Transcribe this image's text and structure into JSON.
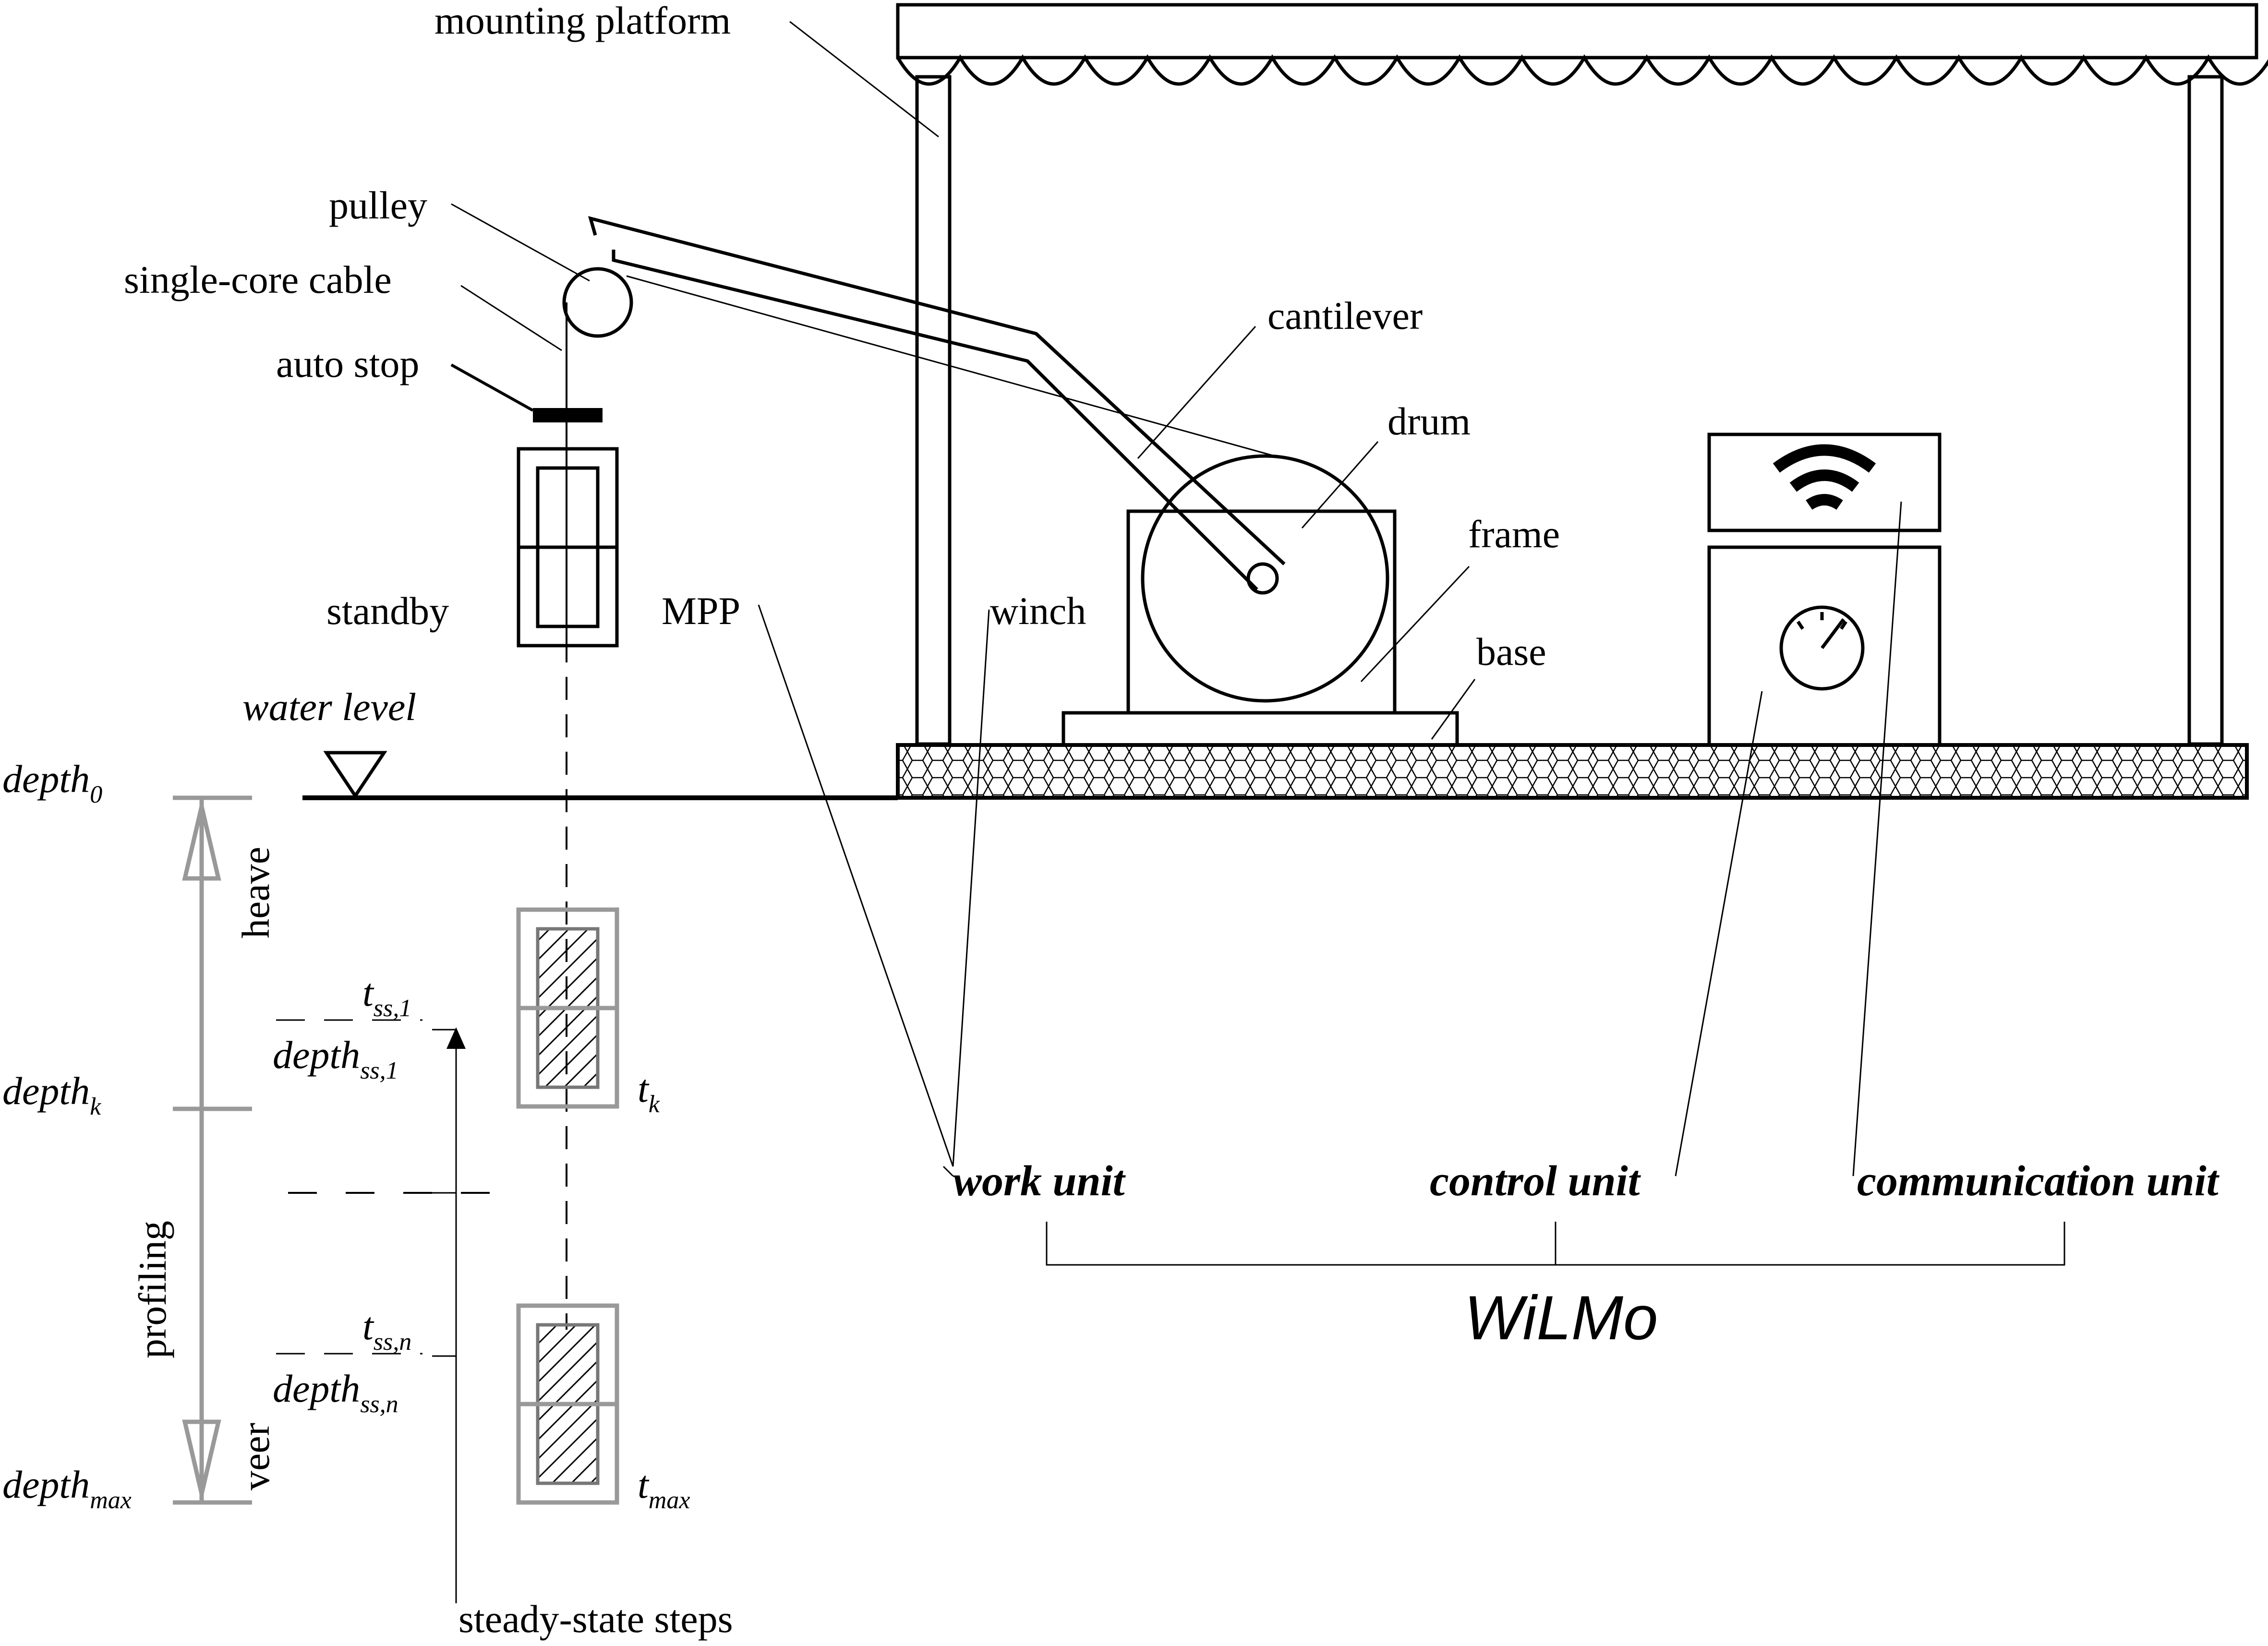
{
  "labels": {
    "mounting_platform": "mounting platform",
    "pulley": "pulley",
    "single_core_cable": "single-core cable",
    "auto_stop": "auto stop",
    "cantilever": "cantilever",
    "drum": "drum",
    "frame": "frame",
    "base": "base",
    "standby": "standby",
    "mpp": "MPP",
    "winch": "winch",
    "water_level": "water level",
    "heave": "heave",
    "profiling": "profiling",
    "veer": "veer",
    "steady_state_steps": "steady-state steps"
  },
  "depths": {
    "d0_main": "depth",
    "d0_sub": "0",
    "dk_main": "depth",
    "dk_sub": "k",
    "dmax_main": "depth",
    "dmax_sub": "max"
  },
  "times": {
    "tss1_main": "t",
    "tss1_sub": "ss,1",
    "dss1_main": "depth",
    "dss1_sub": "ss,1",
    "tssn_main": "t",
    "tssn_sub": "ss,n",
    "dssn_main": "depth",
    "dssn_sub": "ss,n",
    "tk_main": "t",
    "tk_sub": "k",
    "tmax_main": "t",
    "tmax_sub": "max"
  },
  "units": {
    "work": "work unit",
    "control": "control unit",
    "communication": "communication unit",
    "system": "WiLMo"
  }
}
